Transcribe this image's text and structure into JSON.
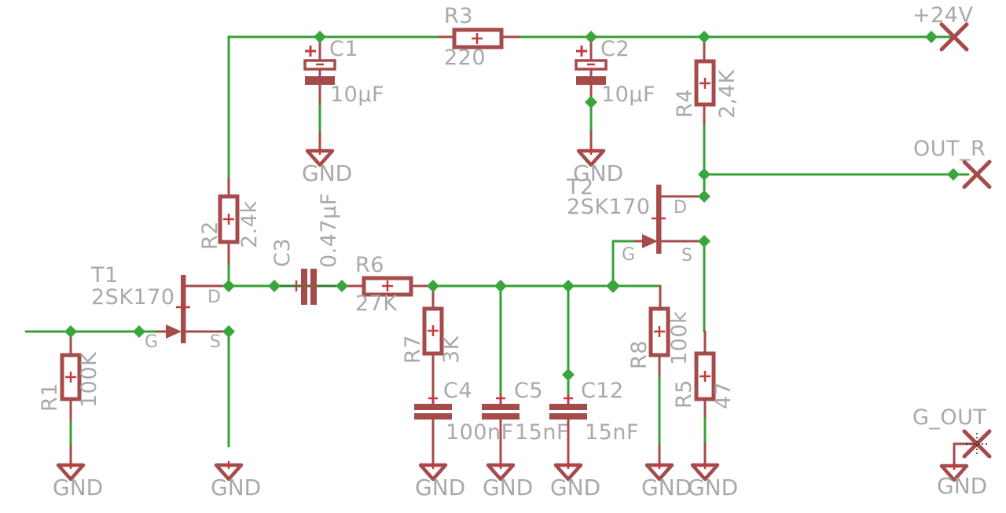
{
  "schematic": {
    "nets": {
      "supply": "+24V",
      "out_r": "OUT_R",
      "g_out": "G_OUT",
      "gnd": "GND"
    },
    "jfet_pins": {
      "drain": "D",
      "gate": "G",
      "source": "S"
    },
    "parts": {
      "R1": {
        "name": "R1",
        "value": "100K"
      },
      "R2": {
        "name": "R2",
        "value": "2.4k"
      },
      "R3": {
        "name": "R3",
        "value": "220"
      },
      "R4": {
        "name": "R4",
        "value": "2,4K"
      },
      "R5": {
        "name": "R5",
        "value": "47"
      },
      "R6": {
        "name": "R6",
        "value": "27K"
      },
      "R7": {
        "name": "R7",
        "value": "3K"
      },
      "R8": {
        "name": "R8",
        "value": "100k"
      },
      "C1": {
        "name": "C1",
        "value": "10µF"
      },
      "C2": {
        "name": "C2",
        "value": "10µF"
      },
      "C3": {
        "name": "C3",
        "value": "0.47µF"
      },
      "C4": {
        "name": "C4",
        "value": "100nF"
      },
      "C5": {
        "name": "C5",
        "value": "15nF"
      },
      "C12": {
        "name": "C12",
        "value": "15nF"
      },
      "T1": {
        "name": "T1",
        "value": "2SK170"
      },
      "T2": {
        "name": "T2",
        "value": "2SK170"
      }
    },
    "colors": {
      "wire": "#35a135",
      "component": "#a54b4b",
      "origin": "#c43b3b",
      "label": "#a9a9a9"
    }
  }
}
